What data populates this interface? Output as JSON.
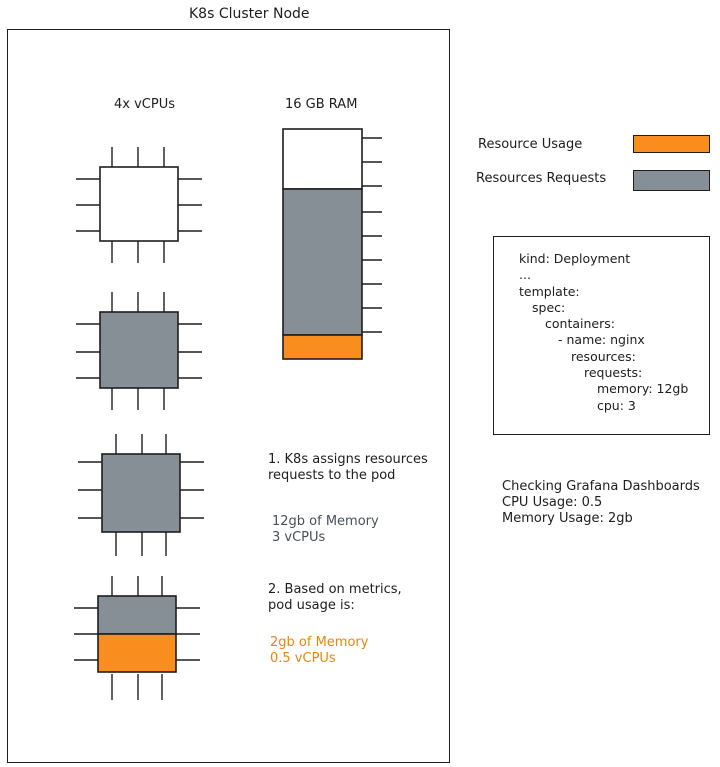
{
  "node": {
    "title": "K8s Cluster Node"
  },
  "cpu": {
    "label": "4x vCPUs"
  },
  "ram": {
    "label": "16 GB RAM"
  },
  "legend": {
    "usage": {
      "label": "Resource Usage",
      "color": "#f98d1e"
    },
    "requests": {
      "label": "Resources Requests",
      "color": "#868e96"
    }
  },
  "yaml": {
    "lines": [
      "kind: Deployment",
      "...",
      "template:",
      "spec:",
      "containers:",
      "- name: nginx",
      "resources:",
      "requests:",
      "memory: 12gb",
      "cpu: 3"
    ]
  },
  "grafana": {
    "title": "Checking Grafana Dashboards",
    "cpu": "CPU Usage: 0.5",
    "memory": "Memory Usage: 2gb"
  },
  "step1": {
    "line1": "1. K8s assigns resources",
    "line2": "requests to the pod",
    "mem": "12gb of Memory",
    "cpu": "3 vCPUs"
  },
  "step2": {
    "line1": "2. Based on metrics,",
    "line2": "pod usage is:",
    "mem": "2gb of Memory",
    "cpu": "0.5 vCPUs"
  },
  "colors": {
    "text_gray": "#495057",
    "text_orange": "#e8850e",
    "stroke": "#1e1e1e"
  }
}
